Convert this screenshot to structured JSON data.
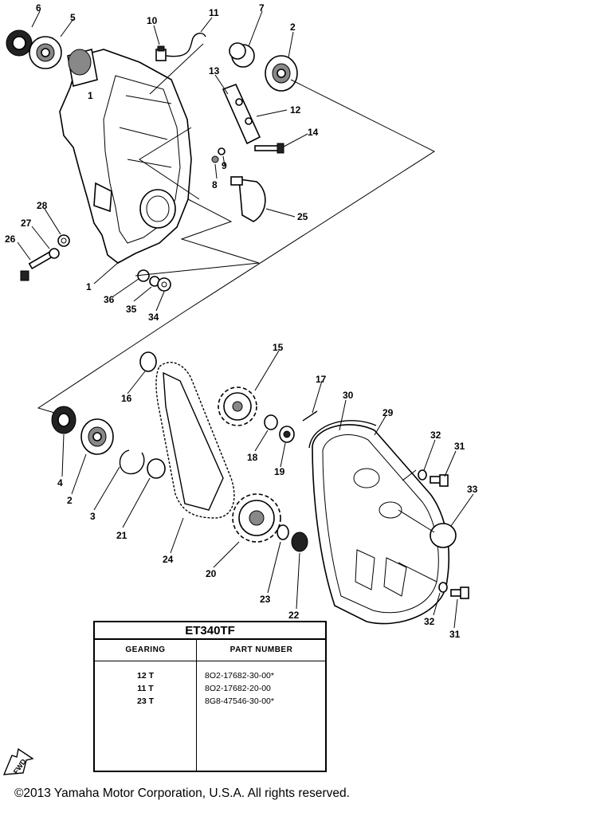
{
  "callouts": {
    "c1a": "1",
    "c1b": "1",
    "c2a": "2",
    "c2b": "2",
    "c3": "3",
    "c4": "4",
    "c5": "5",
    "c6": "6",
    "c7": "7",
    "c8": "8",
    "c9": "9",
    "c10": "10",
    "c11": "11",
    "c12": "12",
    "c13": "13",
    "c14": "14",
    "c15": "15",
    "c16": "16",
    "c17": "17",
    "c18": "18",
    "c19": "19",
    "c20": "20",
    "c21": "21",
    "c22": "22",
    "c23": "23",
    "c24": "24",
    "c25": "25",
    "c26": "26",
    "c27": "27",
    "c28": "28",
    "c29": "29",
    "c30": "30",
    "c31a": "31",
    "c31b": "31",
    "c32a": "32",
    "c32b": "32",
    "c33": "33",
    "c34": "34",
    "c35": "35",
    "c36": "36"
  },
  "table": {
    "title": "ET340TF",
    "col_gearing": "GEARING",
    "col_part": "PART NUMBER",
    "rows": [
      {
        "gearing": "12 T",
        "part": "8O2-17682-30-00*"
      },
      {
        "gearing": "11 T",
        "part": "8O2-17682-20-00"
      },
      {
        "gearing": "23 T",
        "part": "8G8-47546-30-00*"
      }
    ]
  },
  "fwd_icon": "fwd-arrow-icon",
  "fwd_label": "FWD",
  "copyright": "©2013 Yamaha Motor Corporation, U.S.A. All rights reserved."
}
